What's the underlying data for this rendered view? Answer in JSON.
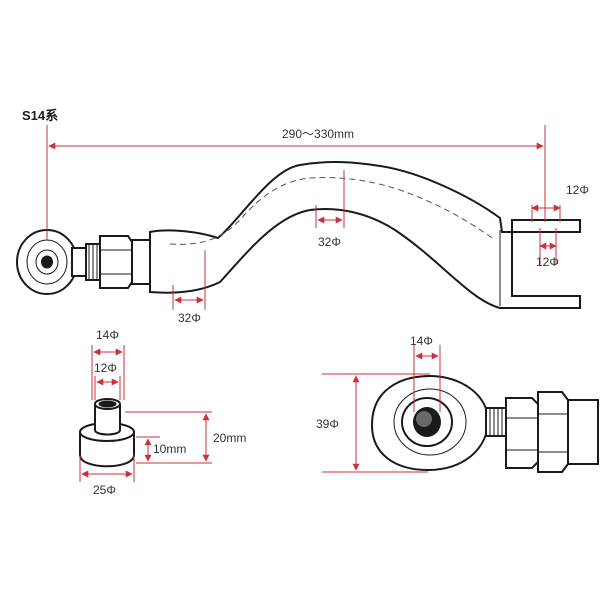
{
  "title": "S14系",
  "colors": {
    "dimension_line": "#c8323c",
    "outline": "#1a1a1a",
    "label": "#333333"
  },
  "arm": {
    "length_label": "290～330mm",
    "fork_outer_label": "12Φ",
    "fork_inner_label": "12Φ",
    "mid_diameter_label": "32Φ",
    "end_diameter_label": "32Φ"
  },
  "collar": {
    "outer_top_label": "14Φ",
    "inner_label": "12Φ",
    "base_label": "25Φ",
    "height_label": "20mm",
    "step_label": "10mm"
  },
  "rod_end": {
    "bore_label": "14Φ",
    "outer_label": "39Φ"
  }
}
